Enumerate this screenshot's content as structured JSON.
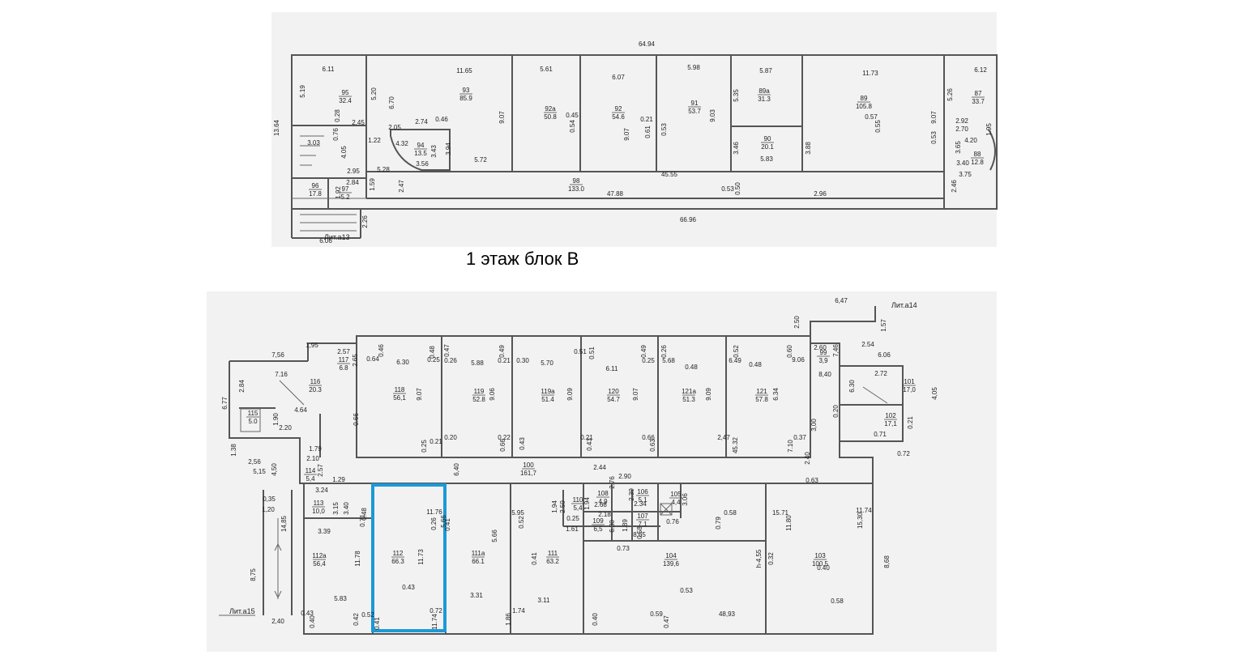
{
  "heading": "1 этаж блок В",
  "highlight_color": "#1a9ad8",
  "top_plan": {
    "lit_label": "Лит.а13",
    "rooms": [
      {
        "no": "95",
        "area": "32.4"
      },
      {
        "no": "93",
        "area": "85.9"
      },
      {
        "no": "92а",
        "area": "50.8"
      },
      {
        "no": "92",
        "area": "54.6"
      },
      {
        "no": "91",
        "area": "53.7"
      },
      {
        "no": "89а",
        "area": "31.3"
      },
      {
        "no": "90",
        "area": "20.1"
      },
      {
        "no": "89",
        "area": "105.8"
      },
      {
        "no": "87",
        "area": "33.7"
      },
      {
        "no": "88",
        "area": "12.8"
      },
      {
        "no": "94",
        "area": "13.5"
      },
      {
        "no": "98",
        "area": "133.0"
      },
      {
        "no": "96",
        "area": "17.8"
      },
      {
        "no": "97",
        "area": "5.2"
      }
    ],
    "dims": [
      "64.94",
      "6.11",
      "11.65",
      "5.61",
      "6.07",
      "5.98",
      "5.87",
      "11.73",
      "6.12",
      "13.64",
      "5.19",
      "5.20",
      "6.70",
      "9.07",
      "0.45",
      "0.54",
      "9.07",
      "0.21",
      "0.61",
      "0.53",
      "9.03",
      "5.35",
      "3.46",
      "3.88",
      "5.83",
      "0.57",
      "0.55",
      "9.07",
      "5.26",
      "2.92",
      "2.70",
      "4.20",
      "3.65",
      "3.40",
      "3.75",
      "1.95",
      "0.53",
      "0.28",
      "0.76",
      "2.45",
      "2.05",
      "2.74",
      "0.46",
      "4.32",
      "1.22",
      "3.43",
      "3.94",
      "3.56",
      "5.72",
      "5.28",
      "3.03",
      "4.05",
      "2.95",
      "2.84",
      "1.92",
      "1.59",
      "2.47",
      "45.55",
      "47.88",
      "0.53",
      "0.50",
      "2.96",
      "2.46",
      "66.96",
      "2.26",
      "6.06"
    ]
  },
  "bottom_plan": {
    "lit_a14": "Лит.а14",
    "lit_a15": "Лит.а15",
    "rooms": [
      {
        "no": "118",
        "area": "56,1"
      },
      {
        "no": "119",
        "area": "52.8"
      },
      {
        "no": "119а",
        "area": "51.4"
      },
      {
        "no": "120",
        "area": "54.7"
      },
      {
        "no": "121а",
        "area": "51.3"
      },
      {
        "no": "121",
        "area": "57.8"
      },
      {
        "no": "117",
        "area": "6.8"
      },
      {
        "no": "116",
        "area": "20.3"
      },
      {
        "no": "115",
        "area": "5.0"
      },
      {
        "no": "114",
        "area": "5,4"
      },
      {
        "no": "113",
        "area": "10,0"
      },
      {
        "no": "112а",
        "area": "56,4"
      },
      {
        "no": "112",
        "area": "66.3"
      },
      {
        "no": "111а",
        "area": "66.1"
      },
      {
        "no": "111",
        "area": "63.2"
      },
      {
        "no": "110",
        "area": "5,4"
      },
      {
        "no": "108",
        "area": "4,9"
      },
      {
        "no": "106",
        "area": "5,1"
      },
      {
        "no": "105",
        "area": "4,4"
      },
      {
        "no": "107",
        "area": "7,1"
      },
      {
        "no": "109",
        "area": "6,5"
      },
      {
        "no": "104",
        "area": "139,6"
      },
      {
        "no": "103",
        "area": "100,5"
      },
      {
        "no": "100",
        "area": "161,7"
      },
      {
        "no": "101",
        "area": "17,0"
      },
      {
        "no": "102",
        "area": "17,1"
      },
      {
        "no": "99",
        "area": "3,9"
      }
    ],
    "dims": [
      "7,56",
      "1,95",
      "2.57",
      "2.65",
      "6.77",
      "2.84",
      "7.16",
      "4.64",
      "1.90",
      "2.20",
      "1.38",
      "2,56",
      "5,15",
      "4,50",
      "2.57",
      "1.79",
      "2.10",
      "0,35",
      "1,20",
      "14,85",
      "8,75",
      "2,40",
      "3.24",
      "1.29",
      "3.40",
      "3.15",
      "3.39",
      "0.48",
      "0.71",
      "11.78",
      "5.83",
      "0.43",
      "0.40",
      "0.42",
      "0.52",
      "0.41",
      "0.46",
      "0.64",
      "6.30",
      "0.25",
      "0.48",
      "0.47",
      "0.26",
      "5.88",
      "0.49",
      "0.21",
      "0.30",
      "5.70",
      "0.51",
      "0.51",
      "6.11",
      "0.49",
      "0.25",
      "0.26",
      "5.68",
      "0.48",
      "0.52",
      "6.49",
      "0.48",
      "0.60",
      "9.06",
      "9.07",
      "9.06",
      "9.09",
      "9.07",
      "9.09",
      "6.34",
      "0.66",
      "0.25",
      "0.21",
      "0.20",
      "0.22",
      "0.66",
      "0.43",
      "0.21",
      "0.43",
      "0.66",
      "0.63",
      "2,47",
      "45.32",
      "7.10",
      "0.37",
      "6,40",
      "2.44",
      "3,00",
      "2.40",
      "6,47",
      "2.50",
      "1.57",
      "2.54",
      "6.06",
      "2.60",
      "7,46",
      "8,40",
      "2.72",
      "6.30",
      "4,05",
      "0.20",
      "0.21",
      "0.71",
      "0.72",
      "11.76",
      "5.66",
      "0.26",
      "0.41",
      "11.73",
      "0.43",
      "0.72",
      "11.74",
      "5.66",
      "5.95",
      "0.52",
      "0.41",
      "3.31",
      "3.11",
      "1.74",
      "1.86",
      "1,94",
      "2.50",
      "0.25",
      "1.61",
      "1.94",
      "2.68",
      "2.76",
      "2.90",
      "2.39",
      "2.34",
      "3.06",
      "2.18",
      "1.89",
      "6.30",
      "8.65",
      "0.58",
      "0.76",
      "0.73",
      "0.63",
      "0.58",
      "0.79",
      "15.71",
      "11.80",
      "11.74",
      "15,30",
      "8,68",
      "h-4,55",
      "0.32",
      "0.53",
      "0.40",
      "0.58",
      "0.40",
      "0.59",
      "0.47",
      "48,93"
    ]
  }
}
